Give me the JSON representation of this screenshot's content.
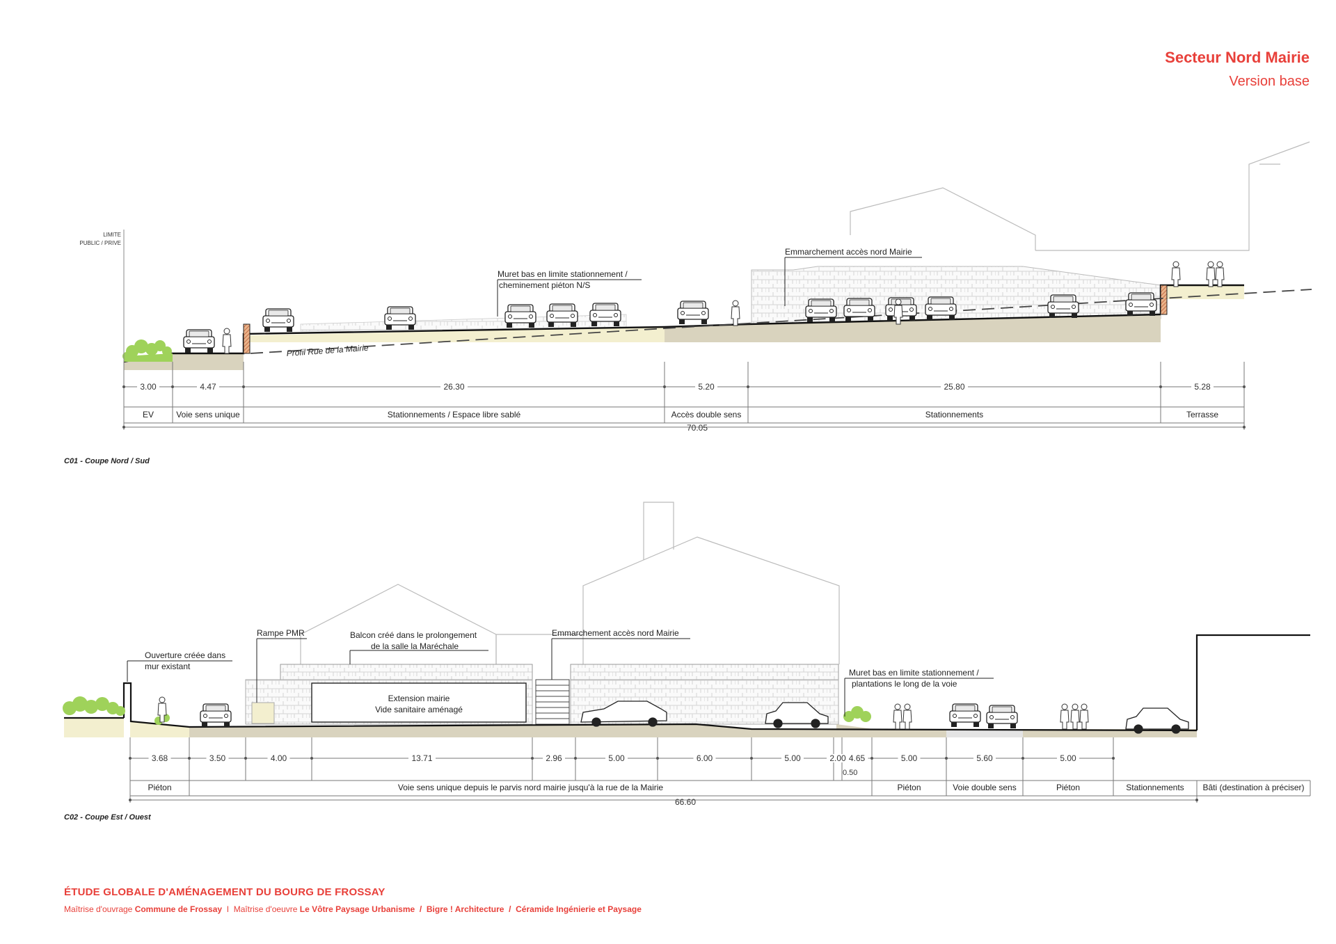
{
  "header": {
    "title": "Secteur Nord Mairie",
    "subtitle": "Version base"
  },
  "section1": {
    "caption": "C01 - Coupe Nord / Sud",
    "limite_label_1": "LIMITE",
    "limite_label_2": "PUBLIC / PRIVE",
    "profil_label": "Profil Rue de la Mairie",
    "annotation_muret_1": "Muret bas en limite stationnement /",
    "annotation_muret_2": "cheminement piéton N/S",
    "annotation_emmarchement": "Emmarchement accès nord Mairie",
    "dimensions": [
      "3.00",
      "4.47",
      "26.30",
      "5.20",
      "25.80",
      "5.28"
    ],
    "zones": [
      "EV",
      "Voie sens unique",
      "Stationnements / Espace libre sablé",
      "Accès double sens",
      "Stationnements",
      "Terrasse"
    ],
    "total": "70.05"
  },
  "section2": {
    "caption": "C02 - Coupe Est / Ouest",
    "annotation_ouverture_1": "Ouverture créée dans",
    "annotation_ouverture_2": "mur existant",
    "annotation_rampe": "Rampe PMR",
    "annotation_balcon_1": "Balcon créé dans le prolongement",
    "annotation_balcon_2": "de la salle la Maréchale",
    "annotation_emmarchement": "Emmarchement accès nord Mairie",
    "annotation_muret_1": "Muret bas en limite stationnement /",
    "annotation_muret_2": "plantations le long de la voie",
    "extension_1": "Extension mairie",
    "extension_2": "Vide sanitaire aménagé",
    "dimensions": [
      "3.68",
      "3.50",
      "4.00",
      "13.71",
      "2.96",
      "5.00",
      "6.00",
      "5.00",
      "2.00",
      "4.65",
      "5.00",
      "5.60",
      "5.00"
    ],
    "dimension_small": "0.50",
    "zones": [
      "Piéton",
      "Voie sens unique depuis le parvis nord mairie jusqu'à la rue de la Mairie",
      "Piéton",
      "Voie double sens",
      "Piéton",
      "Stationnements",
      "Bâti (destination à préciser)"
    ],
    "total": "66.60"
  },
  "footer": {
    "title": "ÉTUDE GLOBALE D'AMÉNAGEMENT DU BOURG DE FROSSAY",
    "moa_label": "Maîtrise d'ouvrage",
    "moa_value": "Commune de Frossay",
    "sep": "I",
    "moe_label": "Maîtrise d'oeuvre",
    "moe_1": "Le Vôtre Paysage Urbanisme",
    "moe_sep1": "/",
    "moe_2": "Bigre ! Architecture",
    "moe_sep2": "/",
    "moe_3": "Céramide Ingénierie et Paysage"
  },
  "colors": {
    "accent": "#e8403a",
    "sand": "#f3efcf",
    "ground": "#d9d3be",
    "vegetation": "#9fd25a",
    "wall": "#c8654a"
  }
}
